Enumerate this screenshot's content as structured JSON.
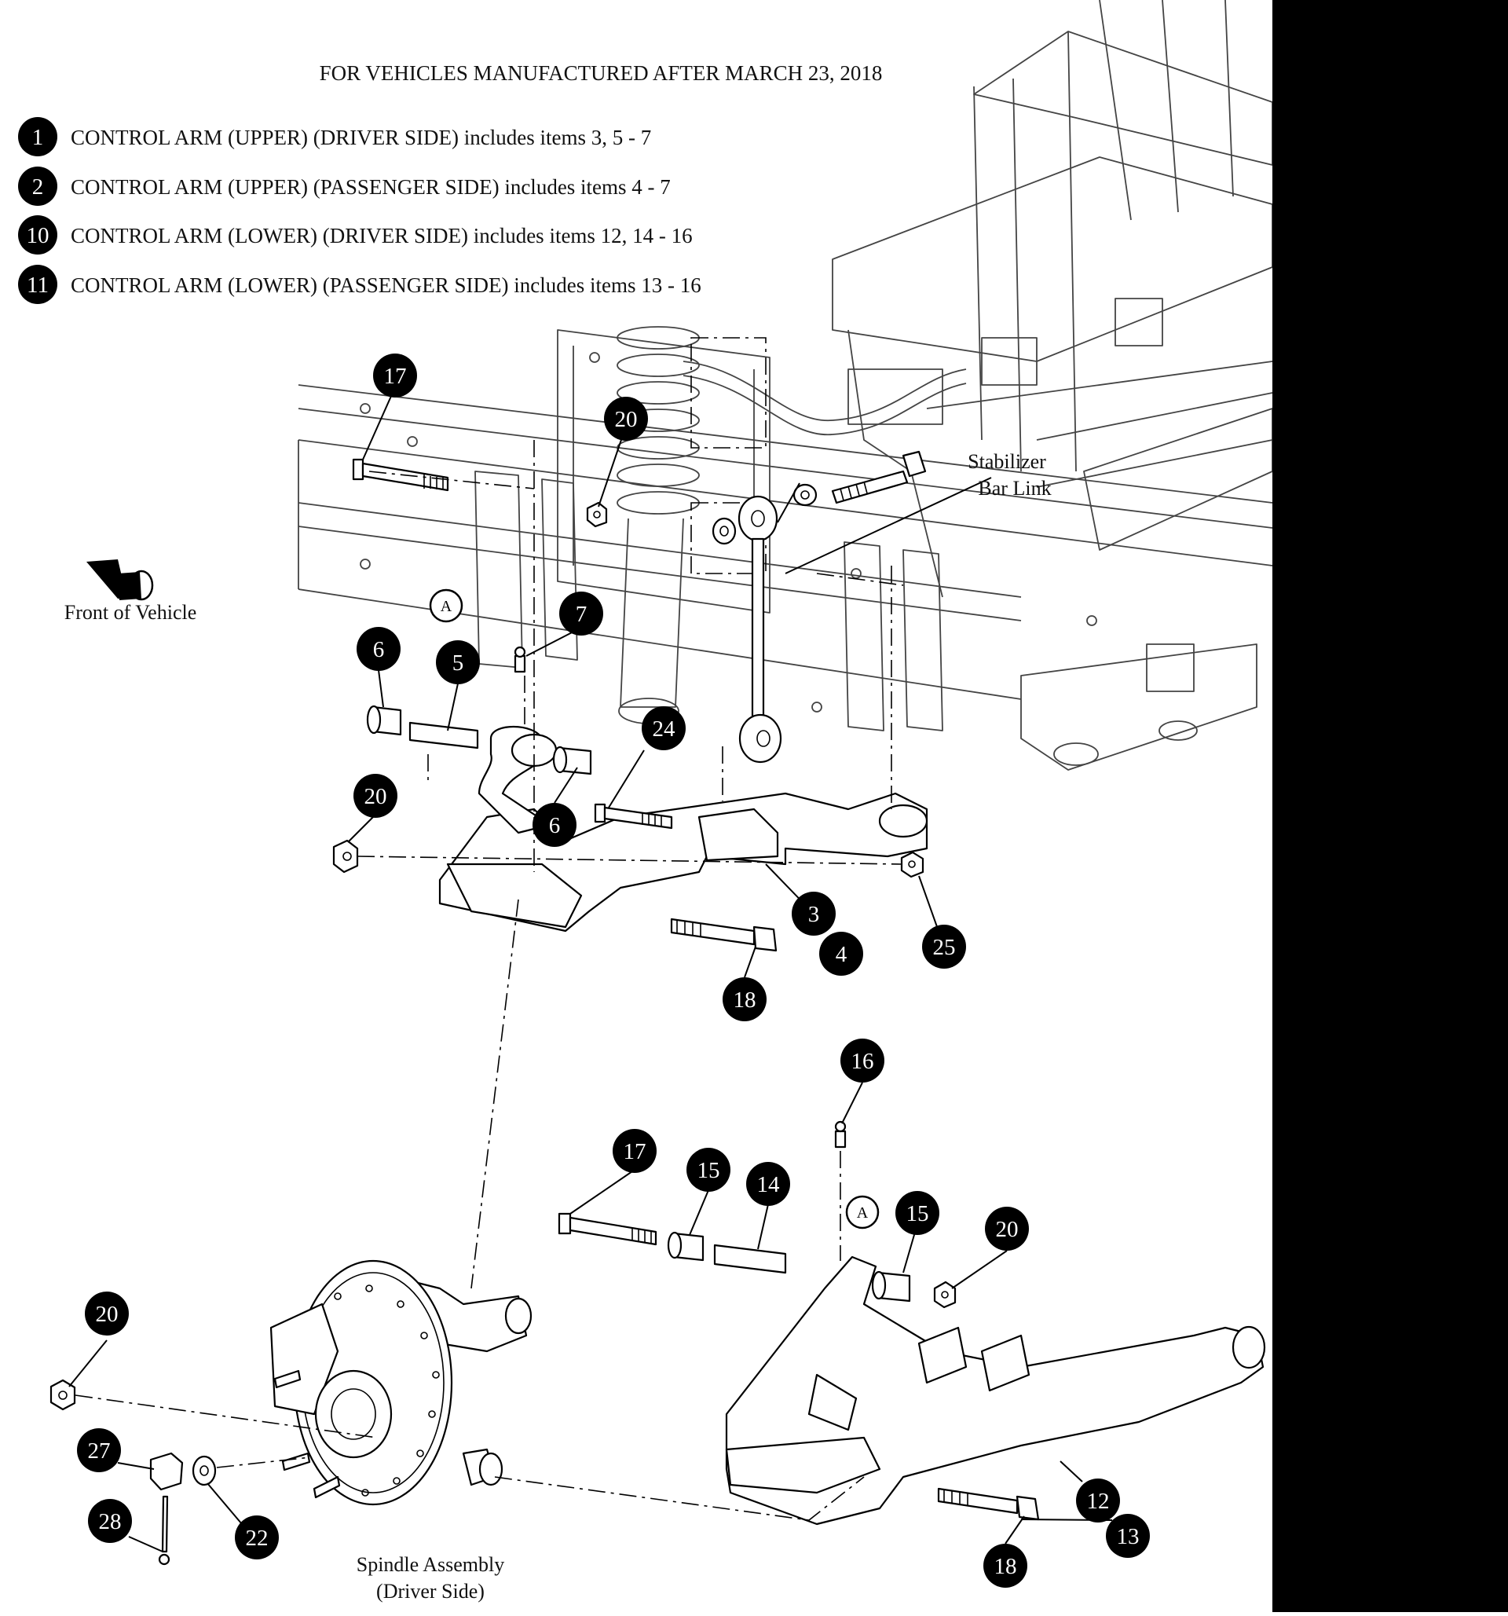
{
  "header": "FOR VEHICLES MANUFACTURED AFTER MARCH 23, 2018",
  "legend": [
    {
      "num": "1",
      "text": "CONTROL ARM (UPPER) (DRIVER SIDE) includes items 3, 5 - 7"
    },
    {
      "num": "2",
      "text": "CONTROL ARM (UPPER) (PASSENGER SIDE) includes items 4 - 7"
    },
    {
      "num": "10",
      "text": "CONTROL ARM (LOWER) (DRIVER SIDE) includes items 12, 14 - 16"
    },
    {
      "num": "11",
      "text": "CONTROL ARM (LOWER) (PASSENGER SIDE) includes items 13 - 16"
    }
  ],
  "labels": {
    "front": "Front of Vehicle",
    "stab_line1": "Stabilizer",
    "stab_line2": "Bar Link",
    "spindle_line1": "Spindle Assembly",
    "spindle_line2": "(Driver Side)"
  },
  "ref_marker": "A",
  "callouts": [
    "17",
    "20",
    "7",
    "6",
    "5",
    "24",
    "20",
    "6",
    "3",
    "4",
    "25",
    "18",
    "16",
    "17",
    "15",
    "14",
    "15",
    "20",
    "20",
    "27",
    "22",
    "28",
    "12",
    "13",
    "18"
  ]
}
